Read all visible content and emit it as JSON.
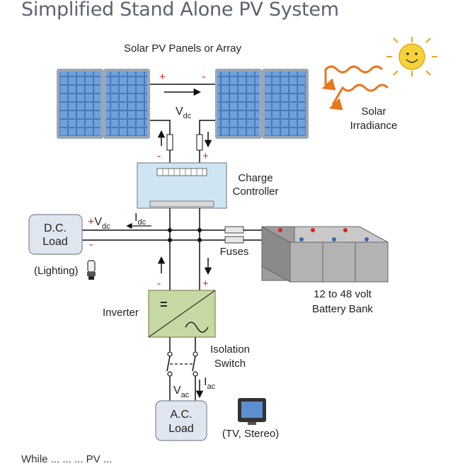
{
  "page": {
    "title": "Simplified Stand Alone PV System",
    "bottom_text_fragment": "While ... ... ... PV ..."
  },
  "diagram": {
    "panels_label": "Solar PV Panels or Array",
    "solar_irradiance": [
      "Solar",
      "Irradiance"
    ],
    "vdc_top": "V",
    "vdc_top_sub": "dc",
    "charge_controller": [
      "Charge",
      "Controller"
    ],
    "dc_load": [
      "D.C.",
      "Load"
    ],
    "lighting": "(Lighting)",
    "plus_vdc": "+V",
    "plus_vdc_sub": "dc",
    "idc": "I",
    "idc_sub": "dc",
    "fuses": "Fuses",
    "battery_bank": [
      "12 to 48 volt",
      "Battery Bank"
    ],
    "inverter": "Inverter",
    "isolation_switch": [
      "Isolation",
      "Switch"
    ],
    "iac": "I",
    "iac_sub": "ac",
    "vac": "V",
    "vac_sub": "ac",
    "ac_load": [
      "A.C.",
      "Load"
    ],
    "tv_stereo": "(TV, Stereo)",
    "plus_sign": "+",
    "minus_sign": "-",
    "colors": {
      "panel_blue": "#4a7fc1",
      "panel_frame": "#8a9bb0",
      "controller_fill": "#cfe5f3",
      "inverter_fill": "#c7d9a3",
      "battery_fill": "#a8a8a8",
      "load_fill": "#dfe6ef",
      "irradiance_arrow": "#e8771e",
      "sun_yellow": "#f7d23a",
      "polarity_red": "#d22"
    }
  }
}
